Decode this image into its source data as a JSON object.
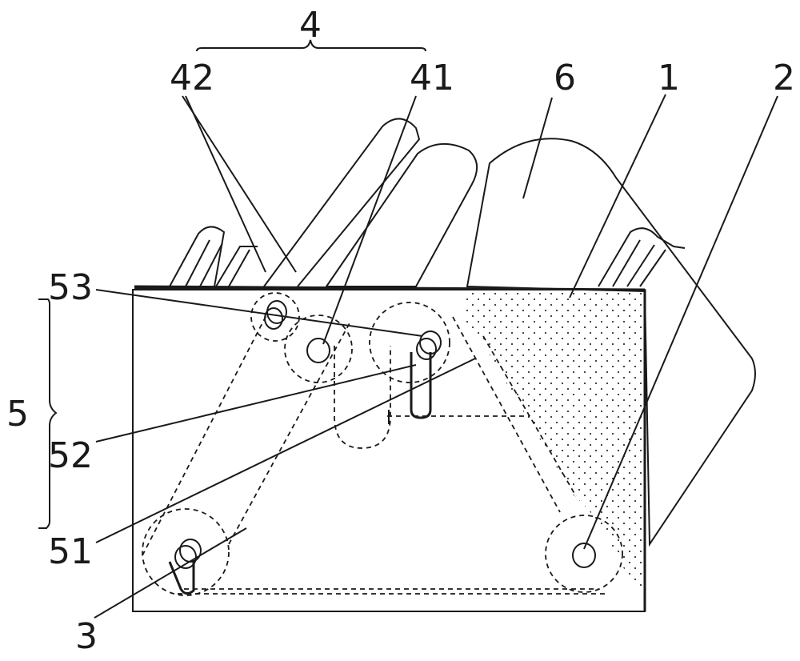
{
  "labels": {
    "l4": "4",
    "l42": "42",
    "l41": "41",
    "l6": "6",
    "l1": "1",
    "l2": "2",
    "l53": "53",
    "l5": "5",
    "l52": "52",
    "l51": "51",
    "l3": "3"
  }
}
